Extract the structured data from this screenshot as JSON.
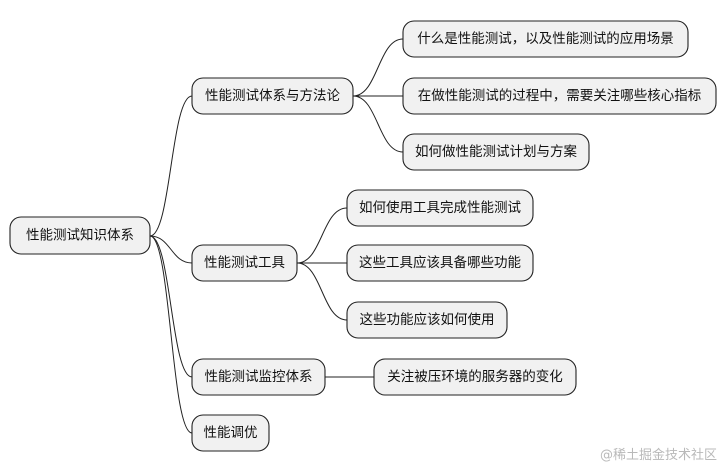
{
  "mindmap": {
    "root": {
      "label": "性能测试知识体系"
    },
    "branches": [
      {
        "label": "性能测试体系与方法论",
        "children": [
          {
            "label": "什么是性能测试，以及性能测试的应用场景"
          },
          {
            "label": "在做性能测试的过程中，需要关注哪些核心指标"
          },
          {
            "label": "如何做性能测试计划与方案"
          }
        ]
      },
      {
        "label": "性能测试工具",
        "children": [
          {
            "label": "如何使用工具完成性能测试"
          },
          {
            "label": "这些工具应该具备哪些功能"
          },
          {
            "label": "这些功能应该如何使用"
          }
        ]
      },
      {
        "label": "性能测试监控体系",
        "children": [
          {
            "label": "关注被压环境的服务器的变化"
          }
        ]
      },
      {
        "label": "性能调优",
        "children": []
      }
    ]
  },
  "watermark": "@稀土掘金技术社区"
}
